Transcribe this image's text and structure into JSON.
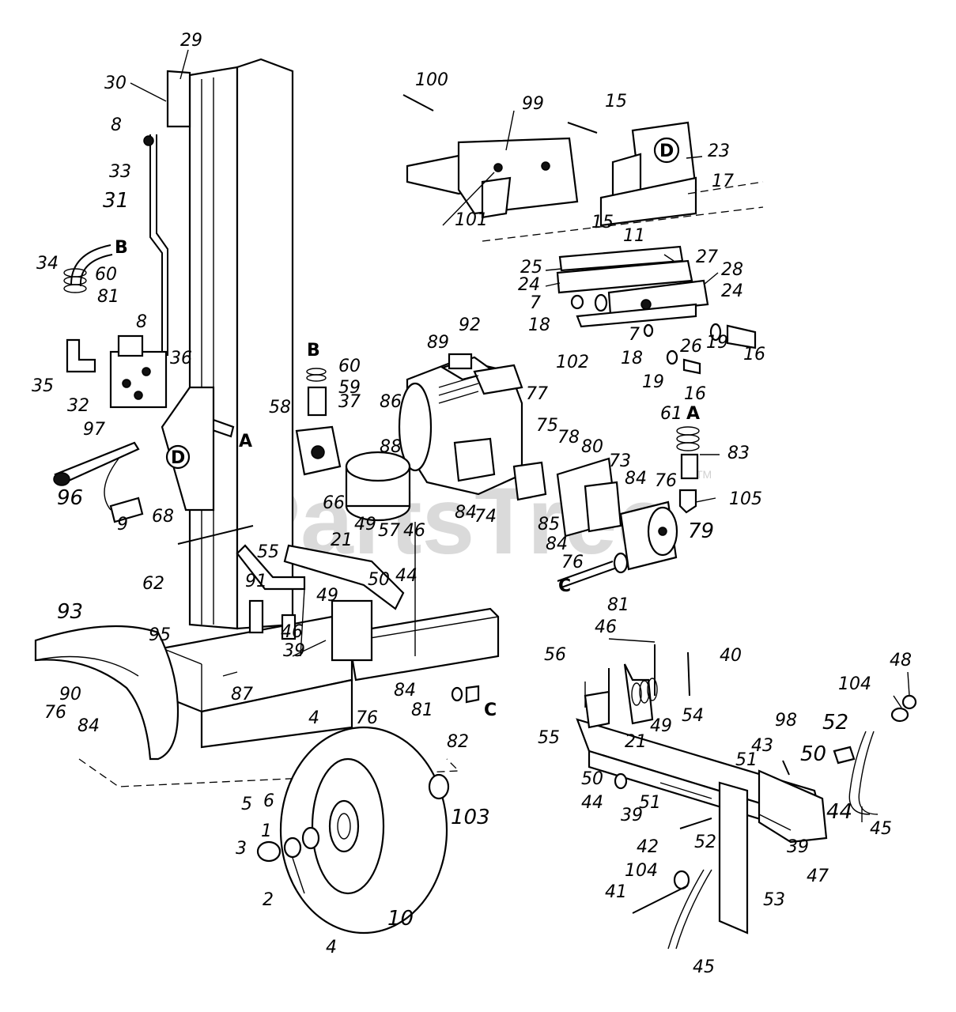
{
  "watermark": {
    "text": "PartsTree",
    "tm": "TM"
  },
  "callouts": {
    "n29": "29",
    "n30": "30",
    "n8a": "8",
    "n33": "33",
    "n31": "31",
    "n34": "34",
    "n60a": "60",
    "n81a": "81",
    "n8b": "8",
    "n36": "36",
    "n35": "35",
    "n32": "32",
    "n97": "97",
    "n96": "96",
    "n9": "9",
    "n68": "68",
    "n62": "62",
    "n93": "93",
    "n95": "95",
    "n90": "90",
    "n76a": "76",
    "n84a": "84",
    "n87": "87",
    "n58": "58",
    "n60b": "60",
    "n59": "59",
    "n37": "37",
    "n66": "66",
    "n57": "57",
    "n55a": "55",
    "n21a": "21",
    "n49a": "49",
    "n46a": "46",
    "n91": "91",
    "n49b": "49",
    "n46b": "46",
    "n39a": "39",
    "n50a": "50",
    "n44a": "44",
    "n84b": "84",
    "n76b": "76",
    "n81b": "81",
    "n82": "82",
    "n4a": "4",
    "n5": "5",
    "n6": "6",
    "n1": "1",
    "n3": "3",
    "n2": "2",
    "n10": "10",
    "n4b": "4",
    "n103": "103",
    "n100": "100",
    "n99": "99",
    "n15a": "15",
    "n23": "23",
    "n17": "17",
    "n101": "101",
    "n15b": "15",
    "n11": "11",
    "n27": "27",
    "n25": "25",
    "n28": "28",
    "n24a": "24",
    "n24b": "24",
    "n7a": "7",
    "n18a": "18",
    "n102": "102",
    "n7b": "7",
    "n26": "26",
    "n18b": "18",
    "n19a": "19",
    "n16a": "16",
    "n19b": "19",
    "n16b": "16",
    "n92": "92",
    "n89": "89",
    "n86": "86",
    "n77": "77",
    "n75": "75",
    "n78": "78",
    "n88": "88",
    "n80": "80",
    "n73": "73",
    "n84c": "84",
    "n74": "74",
    "n85": "85",
    "n84d": "84",
    "n76c": "76",
    "n84e": "84",
    "n76d": "76",
    "n61": "61",
    "n83": "83",
    "n105": "105",
    "n79": "79",
    "n81c": "81",
    "n56": "56",
    "n46c": "46",
    "n40": "40",
    "n48": "48",
    "n104a": "104",
    "n55b": "55",
    "n21b": "21",
    "n49c": "49",
    "n54": "54",
    "n98": "98",
    "n52a": "52",
    "n43": "43",
    "n51a": "51",
    "n50b": "50",
    "n50c": "50",
    "n44b": "44",
    "n51b": "51",
    "n39b": "39",
    "n42": "42",
    "n44c": "44",
    "n45a": "45",
    "n52b": "52",
    "n39c": "39",
    "n47": "47",
    "n104b": "104",
    "n41": "41",
    "n53": "53",
    "n45b": "45"
  },
  "letters": {
    "B1": "B",
    "A1": "A",
    "D1": "D",
    "D2": "D",
    "B2": "B",
    "A2": "A",
    "C1": "C",
    "C2": "C"
  }
}
